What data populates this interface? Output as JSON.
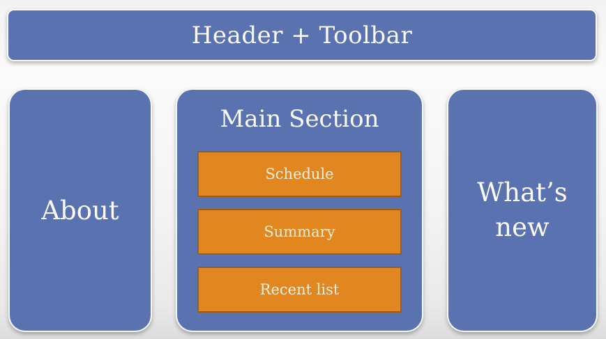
{
  "diagram": {
    "header": {
      "label": "Header + Toolbar"
    },
    "columns": [
      {
        "id": "about",
        "label": "About"
      },
      {
        "id": "main-section",
        "title": "Main Section",
        "items": [
          {
            "label": "Schedule"
          },
          {
            "label": "Summary"
          },
          {
            "label": "Recent list"
          }
        ]
      },
      {
        "id": "whats-new",
        "label": "What’s new"
      }
    ],
    "colors": {
      "block_blue": "#5b72b1",
      "item_orange": "#e2861f",
      "item_orange_border": "#a05c15",
      "text_on_blue": "#fbfbfb",
      "text_on_orange": "#f7efdf",
      "page_background": "#f2f2f2"
    }
  }
}
